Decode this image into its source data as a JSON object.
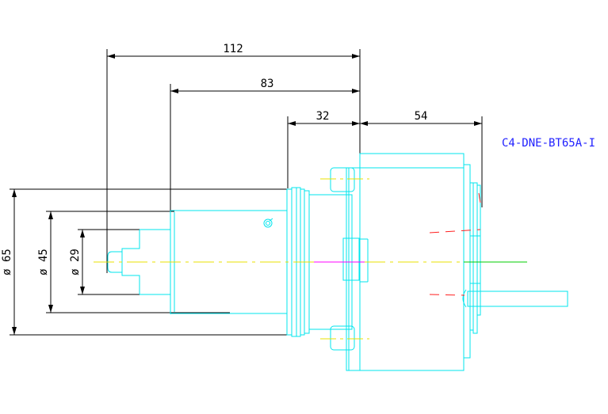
{
  "dimensions": {
    "length_112": "112",
    "length_83": "83",
    "length_32": "32",
    "length_54": "54",
    "dia_65": "ø 65",
    "dia_45": "ø 45",
    "dia_29": "ø 29"
  },
  "part_label": "C4-DNE-BT65A-I",
  "colors": {
    "background": "#ffffff",
    "dimension": "#000000",
    "outline": "#00e5ee",
    "centerline": "#e8e000",
    "hidden": "#ff2020",
    "shaft_axis": "#00cc00",
    "mid_axis": "#ff00ff",
    "label": "#2020ff"
  }
}
